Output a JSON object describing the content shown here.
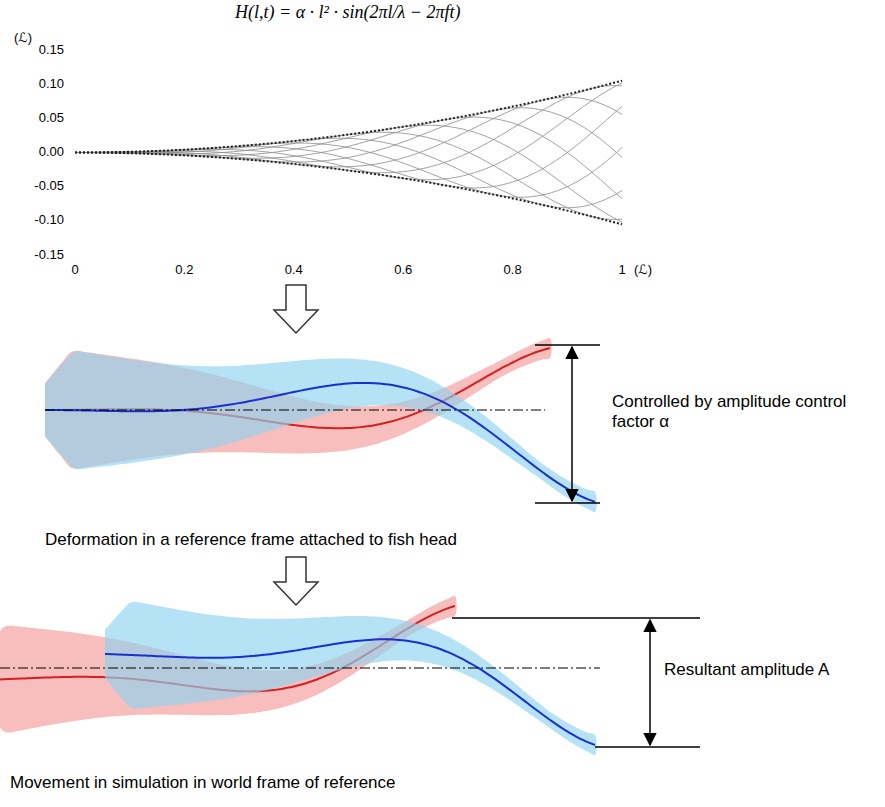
{
  "diagram": {
    "labels": [
      "H(l,t) = α · l² · sin(2πl/λ − 2πft)",
      "(ℒ)",
      "0.15",
      "0.10",
      "0.05",
      "0.00",
      "-0.05",
      "-0.10",
      "-0.15",
      "0",
      "0.2",
      "0.4",
      "0.6",
      "0.8",
      "1",
      "(ℒ)",
      "Controlled by amplitude control factor α",
      "Deformation in a reference frame attached to fish head",
      "Resultant amplitude A",
      "Movement in simulation in world frame of reference"
    ]
  }
}
